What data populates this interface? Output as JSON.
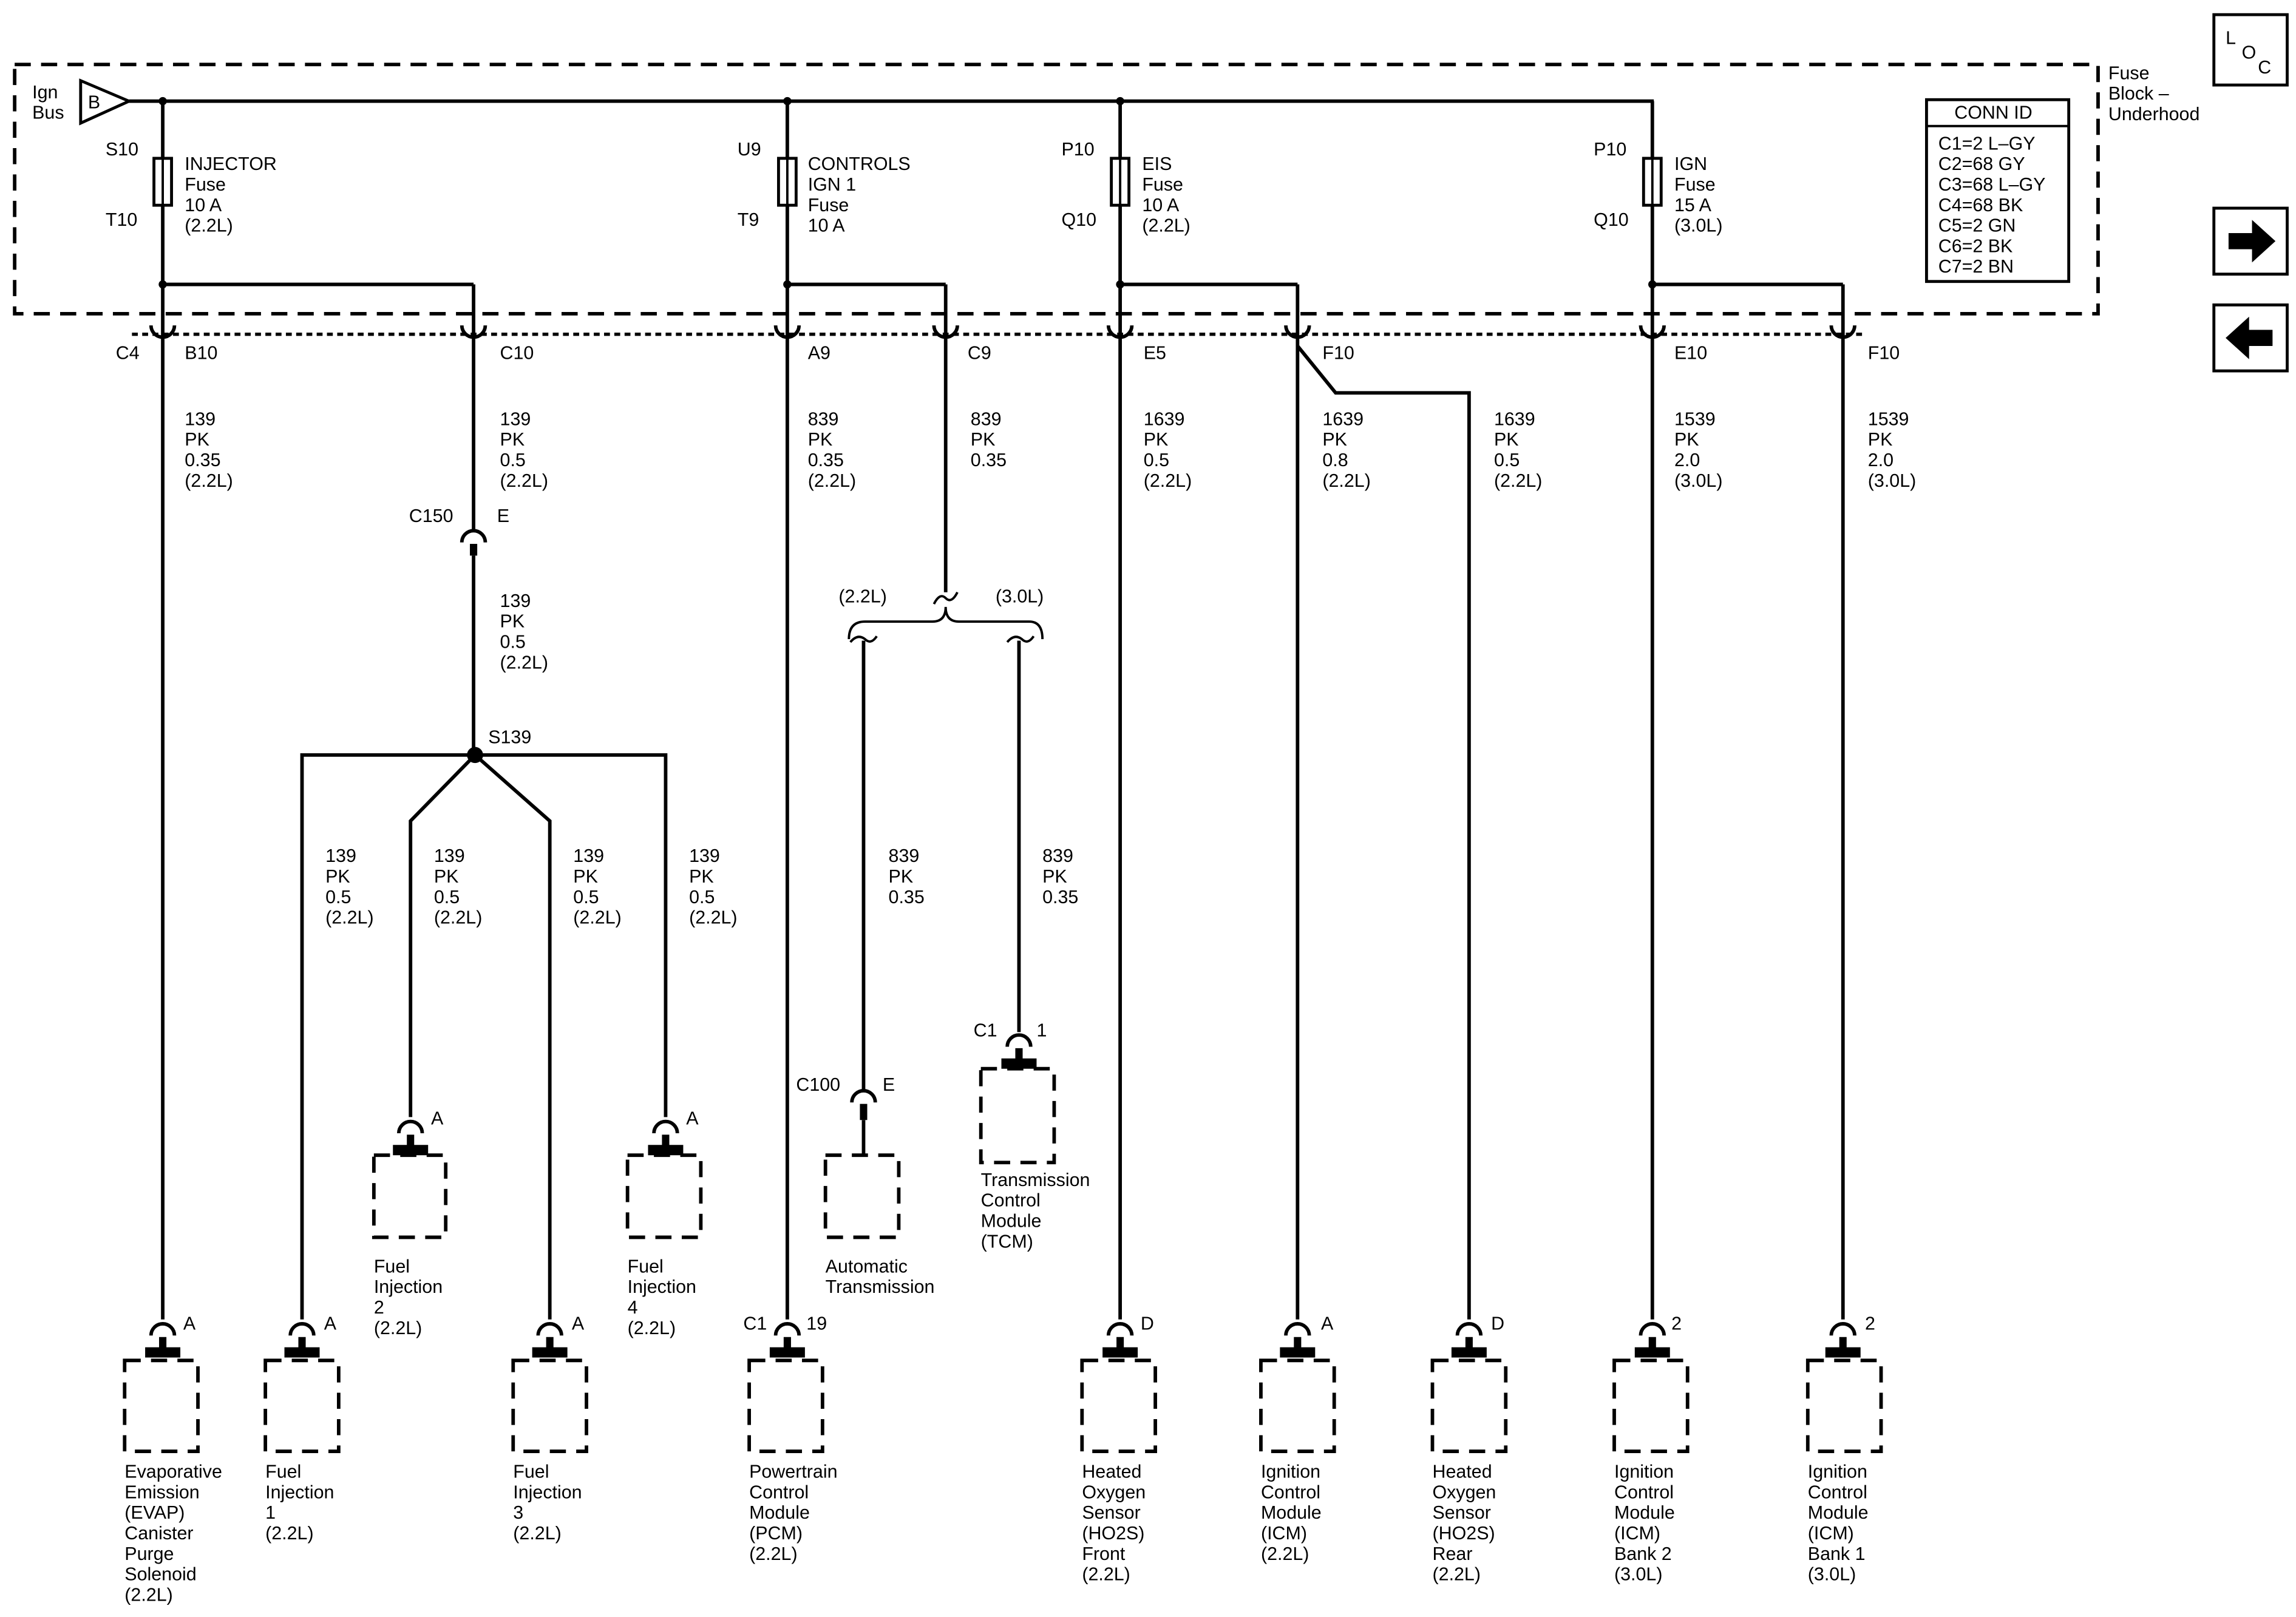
{
  "bus": {
    "line1": "Ign",
    "line2": "Bus",
    "symbol": "B"
  },
  "fuse_block": {
    "line1": "Fuse",
    "line2": "Block –",
    "line3": "Underhood"
  },
  "conn_id": {
    "title": "CONN ID",
    "items": [
      "C1=2 L–GY",
      "C2=68 GY",
      "C3=68 L–GY",
      "C4=68 BK",
      "C5=2 GN",
      "C6=2 BK",
      "C7=2 BN"
    ]
  },
  "nav": {
    "loc": {
      "l": "L",
      "o": "O",
      "c": "C"
    },
    "forward": "→",
    "back": "←"
  },
  "fuses": [
    {
      "top": "S10",
      "bottom": "T10",
      "lines": [
        "INJECTOR",
        "Fuse",
        "10 A",
        "(2.2L)"
      ]
    },
    {
      "top": "U9",
      "bottom": "T9",
      "lines": [
        "CONTROLS",
        "IGN 1",
        "Fuse",
        "10 A"
      ]
    },
    {
      "top": "P10",
      "bottom": "Q10",
      "lines": [
        "EIS",
        "Fuse",
        "10 A",
        "(2.2L)"
      ]
    },
    {
      "top": "P10",
      "bottom": "Q10",
      "lines": [
        "IGN",
        "Fuse",
        "15 A",
        "(3.0L)"
      ]
    }
  ],
  "connector_c4": "C4",
  "terminals": [
    "B10",
    "C10",
    "A9",
    "C9",
    "E5",
    "F10",
    "E10",
    "F10"
  ],
  "wires": {
    "b10": [
      "139",
      "PK",
      "0.35",
      "(2.2L)"
    ],
    "c10": [
      "139",
      "PK",
      "0.5",
      "(2.2L)"
    ],
    "a9": [
      "839",
      "PK",
      "0.35",
      "(2.2L)"
    ],
    "c9": [
      "839",
      "PK",
      "0.35"
    ],
    "e5": [
      "1639",
      "PK",
      "0.5",
      "(2.2L)"
    ],
    "f10a": [
      "1639",
      "PK",
      "0.8",
      "(2.2L)"
    ],
    "f10b": [
      "1639",
      "PK",
      "0.5",
      "(2.2L)"
    ],
    "e10": [
      "1539",
      "PK",
      "2.0",
      "(3.0L)"
    ],
    "f10": [
      "1539",
      "PK",
      "2.0",
      "(3.0L)"
    ],
    "c150": [
      "139",
      "PK",
      "0.5",
      "(2.2L)"
    ],
    "inj1": [
      "139",
      "PK",
      "0.5",
      "(2.2L)"
    ],
    "inj2": [
      "139",
      "PK",
      "0.5",
      "(2.2L)"
    ],
    "inj3": [
      "139",
      "PK",
      "0.5",
      "(2.2L)"
    ],
    "inj4": [
      "139",
      "PK",
      "0.5",
      "(2.2L)"
    ],
    "trans": [
      "839",
      "PK",
      "0.35"
    ],
    "tcm": [
      "839",
      "PK",
      "0.35"
    ]
  },
  "c150": {
    "name": "C150",
    "pin": "E"
  },
  "splice": "S139",
  "branch_labels": {
    "left": "(2.2L)",
    "right": "(3.0L)"
  },
  "c100": {
    "name": "C100",
    "pin": "E"
  },
  "tcm_conn": {
    "name": "C1",
    "pin": "1"
  },
  "pcm_conn": {
    "name": "C1",
    "pin": "19"
  },
  "pins": {
    "evap": "A",
    "inj1": "A",
    "inj2": "A",
    "inj3": "A",
    "inj4": "A",
    "ho2sf": "D",
    "icm22": "A",
    "ho2sr": "D",
    "bank2": "2",
    "bank1": "2"
  },
  "components": {
    "evap": [
      "Evaporative",
      "Emission",
      "(EVAP)",
      "Canister",
      "Purge",
      "Solenoid",
      "(2.2L)"
    ],
    "inj1": [
      "Fuel",
      "Injection",
      "1",
      "(2.2L)"
    ],
    "inj2": [
      "Fuel",
      "Injection",
      "2",
      "(2.2L)"
    ],
    "inj3": [
      "Fuel",
      "Injection",
      "3",
      "(2.2L)"
    ],
    "inj4": [
      "Fuel",
      "Injection",
      "4",
      "(2.2L)"
    ],
    "trans": [
      "Automatic",
      "Transmission"
    ],
    "tcm": [
      "Transmission",
      "Control",
      "Module",
      "(TCM)"
    ],
    "pcm": [
      "Powertrain",
      "Control",
      "Module",
      "(PCM)",
      "(2.2L)"
    ],
    "ho2sf": [
      "Heated",
      "Oxygen",
      "Sensor",
      "(HO2S)",
      "Front",
      "(2.2L)"
    ],
    "icm22": [
      "Ignition",
      "Control",
      "Module",
      "(ICM)",
      "(2.2L)"
    ],
    "ho2sr": [
      "Heated",
      "Oxygen",
      "Sensor",
      "(HO2S)",
      "Rear",
      "(2.2L)"
    ],
    "bank2": [
      "Ignition",
      "Control",
      "Module",
      "(ICM)",
      "Bank 2",
      "(3.0L)"
    ],
    "bank1": [
      "Ignition",
      "Control",
      "Module",
      "(ICM)",
      "Bank 1",
      "(3.0L)"
    ]
  }
}
